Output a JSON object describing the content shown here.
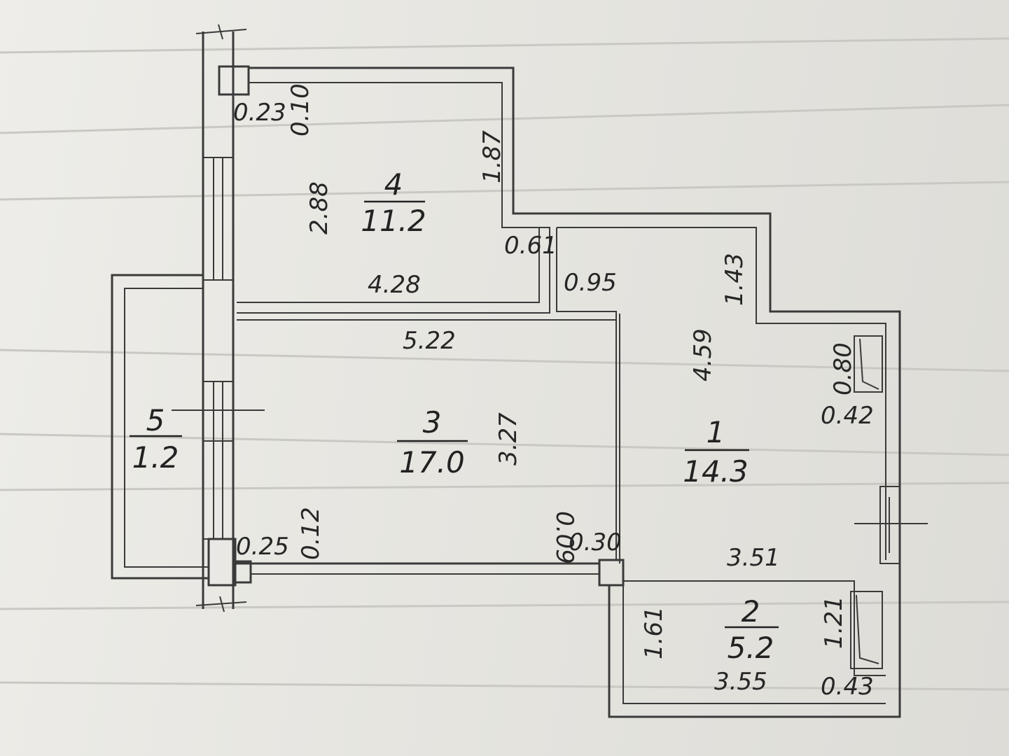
{
  "rooms": [
    {
      "id": "1",
      "number": "1",
      "area": "14.3"
    },
    {
      "id": "2",
      "number": "2",
      "area": "5.2"
    },
    {
      "id": "3",
      "number": "3",
      "area": "17.0"
    },
    {
      "id": "4",
      "number": "4",
      "area": "11.2"
    },
    {
      "id": "5",
      "number": "5",
      "area": "1.2"
    }
  ],
  "dimensions": {
    "r4_pier": "0.23",
    "r4_wall": "0.10",
    "r4_east": "1.87",
    "r4_height": "2.88",
    "r4_width": "4.28",
    "corridor_pier": "0.61",
    "corridor_width": "0.95",
    "r1_notch": "1.43",
    "r3_width": "5.22",
    "r3_height": "3.27",
    "r1_height": "4.59",
    "r1_window": "0.80",
    "r1_niche": "0.42",
    "r3_wall_a": "0.12",
    "r3_pier": "0.25",
    "r3_wall_b": "0.09",
    "r3_column": "0.30",
    "r1_width": "3.51",
    "r2_height": "1.61",
    "r2_window": "1.21",
    "r2_width": "3.55",
    "r2_niche": "0.43"
  }
}
